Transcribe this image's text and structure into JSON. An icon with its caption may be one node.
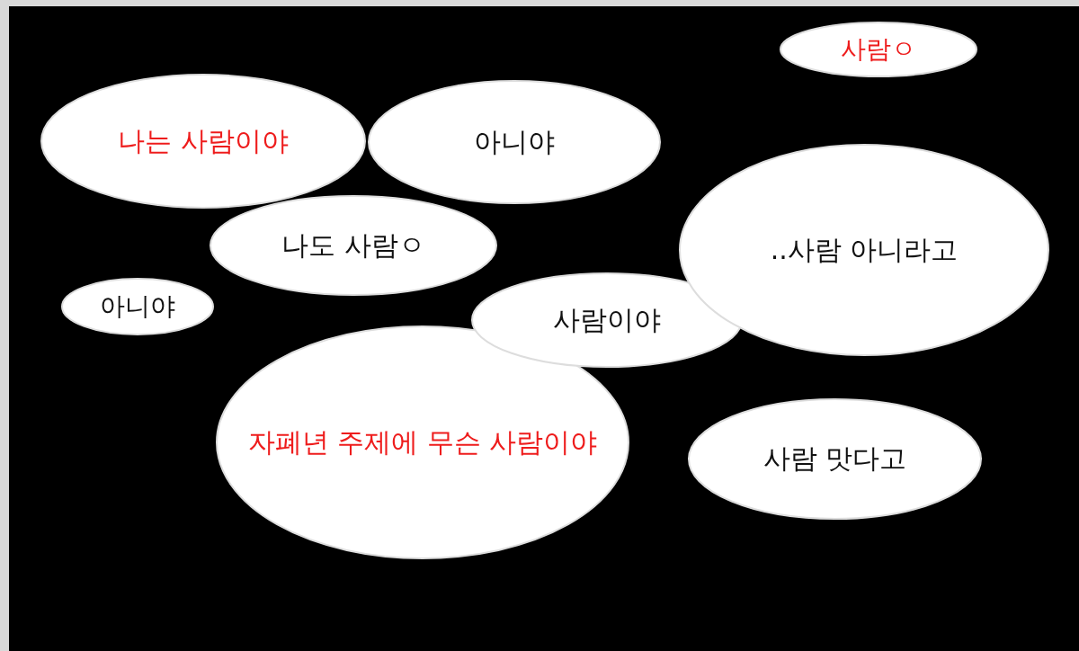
{
  "diagram": {
    "nodes": [
      {
        "text": [
          "사람ㅇ"
        ]
      },
      {
        "text": [
          "나는 사람이야"
        ]
      },
      {
        "text": [
          "아니야"
        ]
      },
      {
        "text": [
          "나도 사람ㅇ"
        ]
      },
      {
        "text": [
          "아니야"
        ]
      },
      {
        "text": [
          "..사람 아니라고"
        ]
      },
      {
        "text": [
          "사람이야"
        ]
      },
      {
        "text": [
          "자폐년 주제에 무슨 사람이야"
        ]
      },
      {
        "text": [
          "사람 맛다고"
        ]
      }
    ]
  }
}
